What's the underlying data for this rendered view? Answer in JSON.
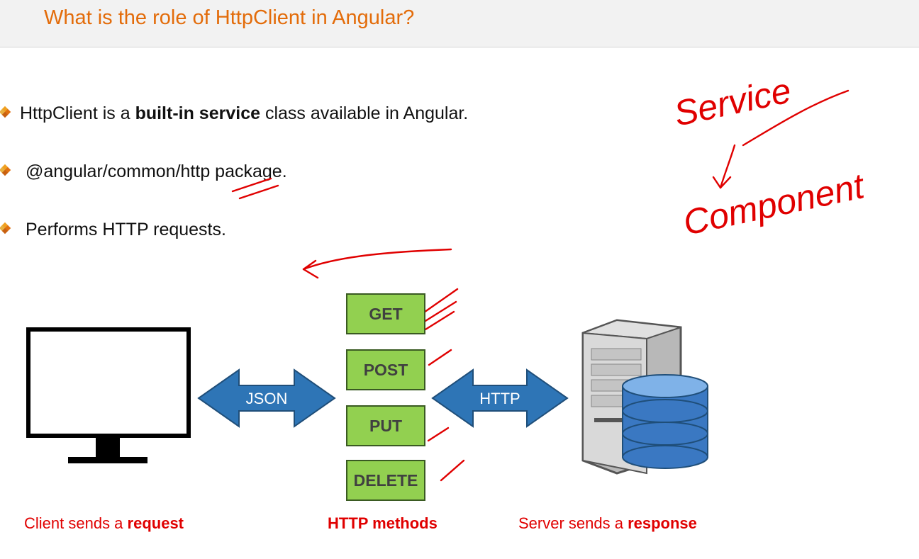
{
  "title": "What is the role of HttpClient in Angular?",
  "bullets": [
    {
      "pre": "HttpClient is a ",
      "bold": "built-in service",
      "post": " class available in Angular."
    },
    {
      "pre": "@angular/common/http package.",
      "bold": "",
      "post": ""
    },
    {
      "pre": "Performs HTTP requests.",
      "bold": "",
      "post": ""
    }
  ],
  "diagram": {
    "left_arrow_label": "JSON",
    "right_arrow_label": "HTTP",
    "methods": [
      "GET",
      "POST",
      "PUT",
      "DELETE"
    ],
    "captions": {
      "client": {
        "pre": "Client sends a ",
        "bold": "request"
      },
      "methods": {
        "bold": "HTTP methods"
      },
      "server": {
        "pre": "Server sends a ",
        "bold": "response"
      }
    }
  },
  "annotations": {
    "word1": "Service",
    "word2": "Component"
  },
  "colors": {
    "title": "#e36c0a",
    "method_fill": "#92d050",
    "arrow_fill": "#2e75b6",
    "caption": "#e00000",
    "ink": "#e00000"
  }
}
